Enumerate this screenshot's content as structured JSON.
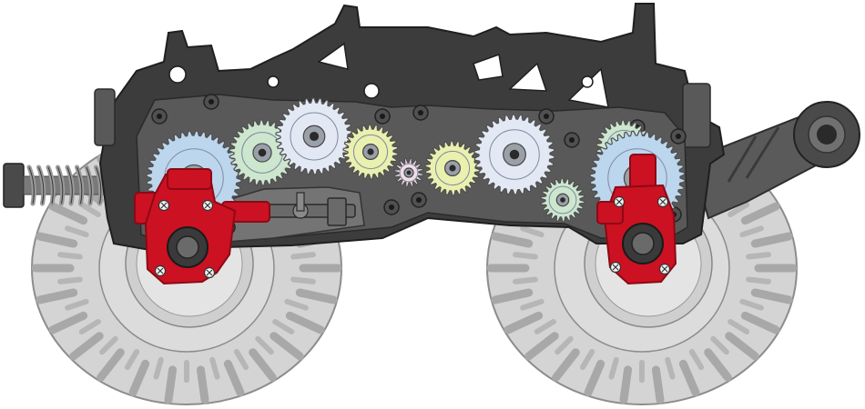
{
  "colors": {
    "background": "#ffffff",
    "tire_fill": "#d4d4d4",
    "tire_stroke": "#8c8c8c",
    "rim_fill": "#cfcfcf",
    "chassis_dark": "#3c3c3c",
    "chassis_mid": "#595959",
    "chassis_light": "#747474",
    "gear_blue": "#bcd6ee",
    "gear_white": "#e3e9f4",
    "gear_green": "#cde7cf",
    "gear_yellow": "#eaf0ae",
    "gear_pink": "#f1dce6",
    "gear_teeth_stroke": "#4f4f4f",
    "upright_red": "#cc1122",
    "upright_dark_red": "#8b0a14",
    "spring_gray": "#9a9a9a",
    "arm_gray": "#5a5a5a"
  },
  "parts": {
    "tires": [
      "front-tire",
      "rear-tire"
    ],
    "gears": [
      {
        "name": "gear-front-blue-large",
        "color": "gear_blue"
      },
      {
        "name": "gear-green-front",
        "color": "gear_green"
      },
      {
        "name": "gear-white-left",
        "color": "gear_white"
      },
      {
        "name": "gear-yellow-left",
        "color": "gear_yellow"
      },
      {
        "name": "gear-pink-center",
        "color": "gear_pink"
      },
      {
        "name": "gear-yellow-right",
        "color": "gear_yellow"
      },
      {
        "name": "gear-white-right",
        "color": "gear_white"
      },
      {
        "name": "gear-green-rear-small",
        "color": "gear_green"
      },
      {
        "name": "gear-green-rear",
        "color": "gear_green"
      },
      {
        "name": "gear-rear-blue-large",
        "color": "gear_blue"
      }
    ],
    "uprights": [
      "front-red-upright",
      "rear-red-upright"
    ],
    "suspension": [
      "front-coil-spring",
      "rear-trailing-arm"
    ]
  }
}
